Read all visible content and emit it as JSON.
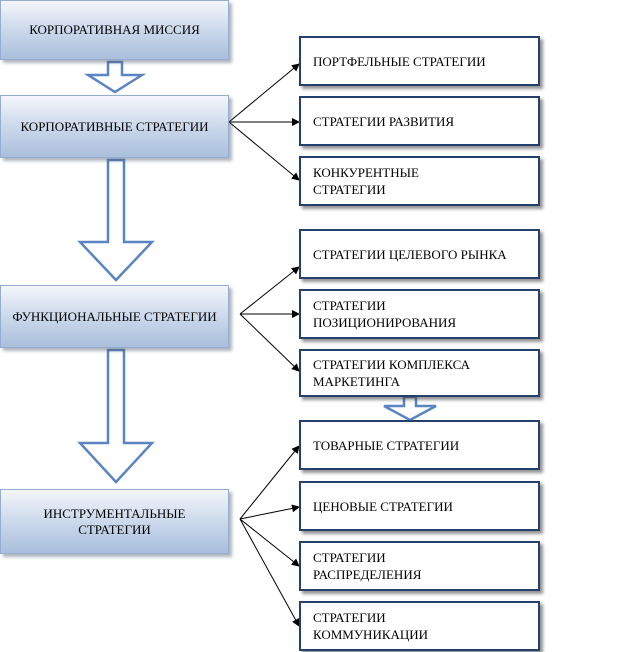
{
  "left_boxes": {
    "mission": "КОРПОРАТИВНАЯ МИССИЯ",
    "corporate": "КОРПОРАТИВНЫЕ СТРАТЕГИИ",
    "functional": "ФУНКЦИОНАЛЬНЫЕ СТРАТЕГИИ",
    "instrumental": "ИНСТРУМЕНТАЛЬНЫЕ СТРАТЕГИИ"
  },
  "right_boxes": {
    "portfolio": "ПОРТФЕЛЬНЫЕ СТРАТЕГИИ",
    "development": "СТРАТЕГИИ РАЗВИТИЯ",
    "competitive": "КОНКУРЕНТНЫЕ СТРАТЕГИИ",
    "target_market": "СТРАТЕГИИ ЦЕЛЕВОГО РЫНКА",
    "positioning": "СТРАТЕГИИ ПОЗИЦИОНИРОВАНИЯ",
    "marketing_mix": "СТРАТЕГИИ КОМПЛЕКСА МАРКЕТИНГА",
    "product": "ТОВАРНЫЕ СТРАТЕГИИ",
    "price": "ЦЕНОВЫЕ СТРАТЕГИИ",
    "distribution": "СТРАТЕГИИ РАСПРЕДЕЛЕНИЯ",
    "communication": "СТРАТЕГИИ КОММУНИКАЦИИ"
  },
  "colors": {
    "left_fill": "#c8d6ea",
    "left_border": "#95aed0",
    "right_border": "#24416d",
    "block_arrow_fill": "#ffffff",
    "block_arrow_stroke": "#5b85c2",
    "connector": "#000000"
  }
}
